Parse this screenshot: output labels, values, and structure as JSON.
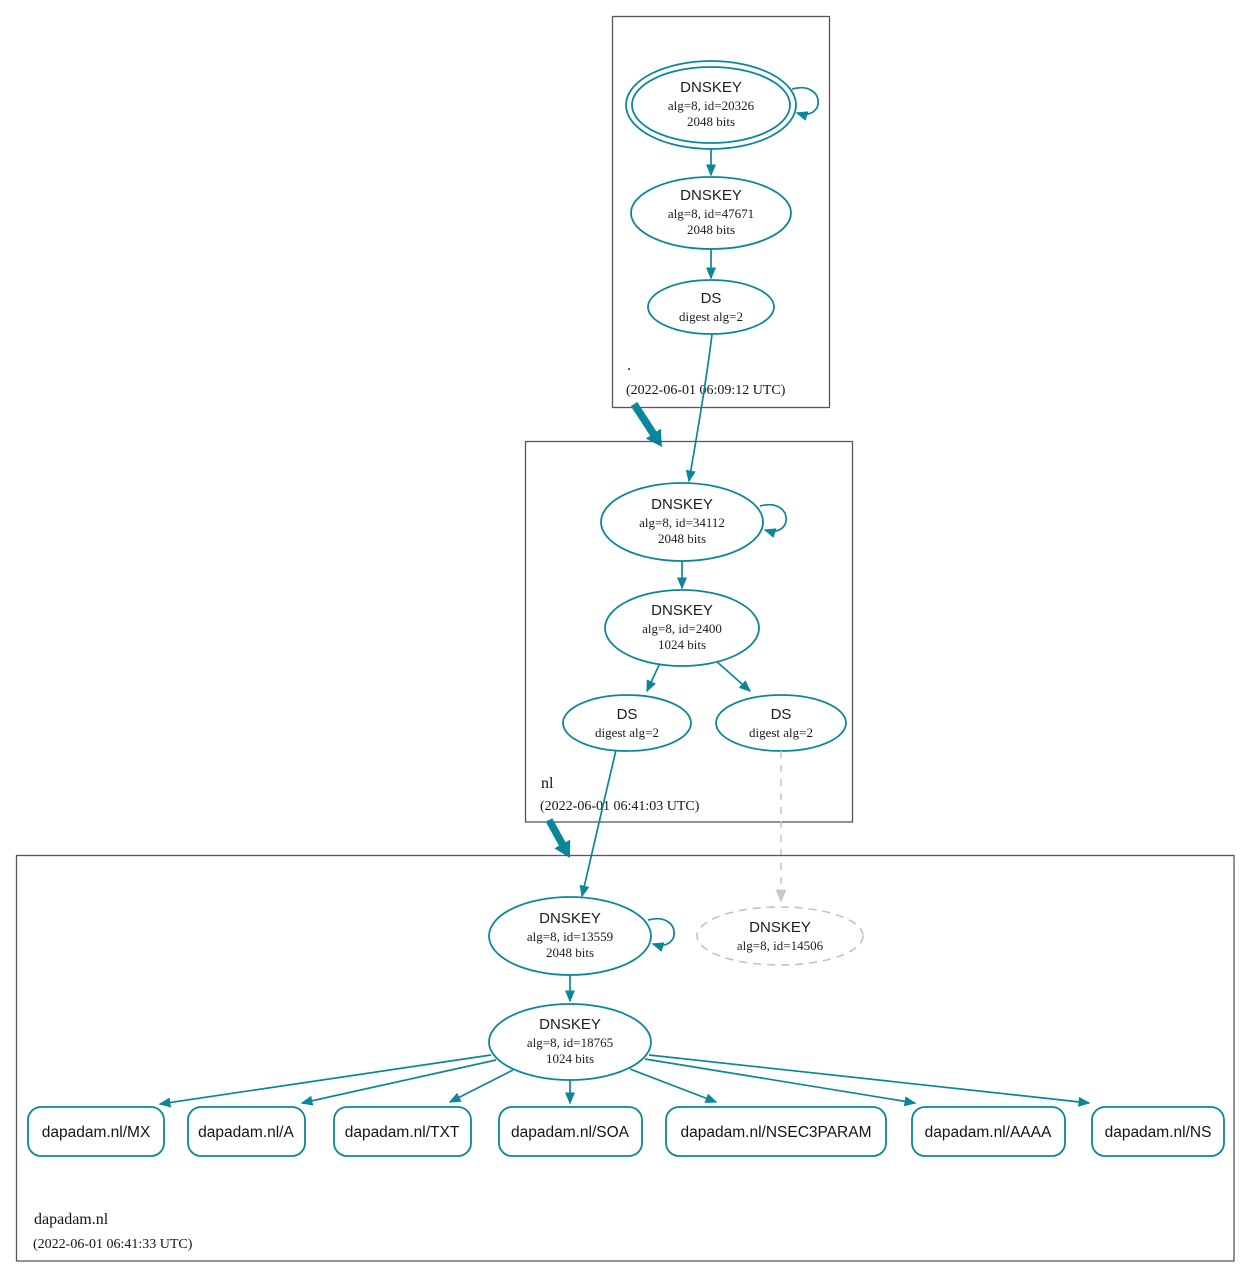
{
  "colors": {
    "secure": "#0a879a",
    "ksk_fill": "#d3d3d3",
    "insecure_dashed": "#c2c2c2",
    "zone_border": "#585858"
  },
  "zones": {
    "root": {
      "name": ".",
      "timestamp": "(2022-06-01 06:09:12 UTC)",
      "nodes": {
        "ksk": {
          "title": "DNSKEY",
          "detail": "alg=8, id=20326",
          "bits": "2048 bits"
        },
        "zsk": {
          "title": "DNSKEY",
          "detail": "alg=8, id=47671",
          "bits": "2048 bits"
        },
        "ds": {
          "title": "DS",
          "detail": "digest alg=2"
        }
      }
    },
    "nl": {
      "name": "nl",
      "timestamp": "(2022-06-01 06:41:03 UTC)",
      "nodes": {
        "ksk": {
          "title": "DNSKEY",
          "detail": "alg=8, id=34112",
          "bits": "2048 bits"
        },
        "zsk": {
          "title": "DNSKEY",
          "detail": "alg=8, id=2400",
          "bits": "1024 bits"
        },
        "ds1": {
          "title": "DS",
          "detail": "digest alg=2"
        },
        "ds2": {
          "title": "DS",
          "detail": "digest alg=2"
        }
      }
    },
    "dapadam": {
      "name": "dapadam.nl",
      "timestamp": "(2022-06-01 06:41:33 UTC)",
      "nodes": {
        "ksk": {
          "title": "DNSKEY",
          "detail": "alg=8, id=13559",
          "bits": "2048 bits"
        },
        "missing_key": {
          "title": "DNSKEY",
          "detail": "alg=8, id=14506"
        },
        "zsk": {
          "title": "DNSKEY",
          "detail": "alg=8, id=18765",
          "bits": "1024 bits"
        },
        "rrsets": [
          {
            "label": "dapadam.nl/MX"
          },
          {
            "label": "dapadam.nl/A"
          },
          {
            "label": "dapadam.nl/TXT"
          },
          {
            "label": "dapadam.nl/SOA"
          },
          {
            "label": "dapadam.nl/NSEC3PARAM"
          },
          {
            "label": "dapadam.nl/AAAA"
          },
          {
            "label": "dapadam.nl/NS"
          }
        ]
      }
    }
  }
}
